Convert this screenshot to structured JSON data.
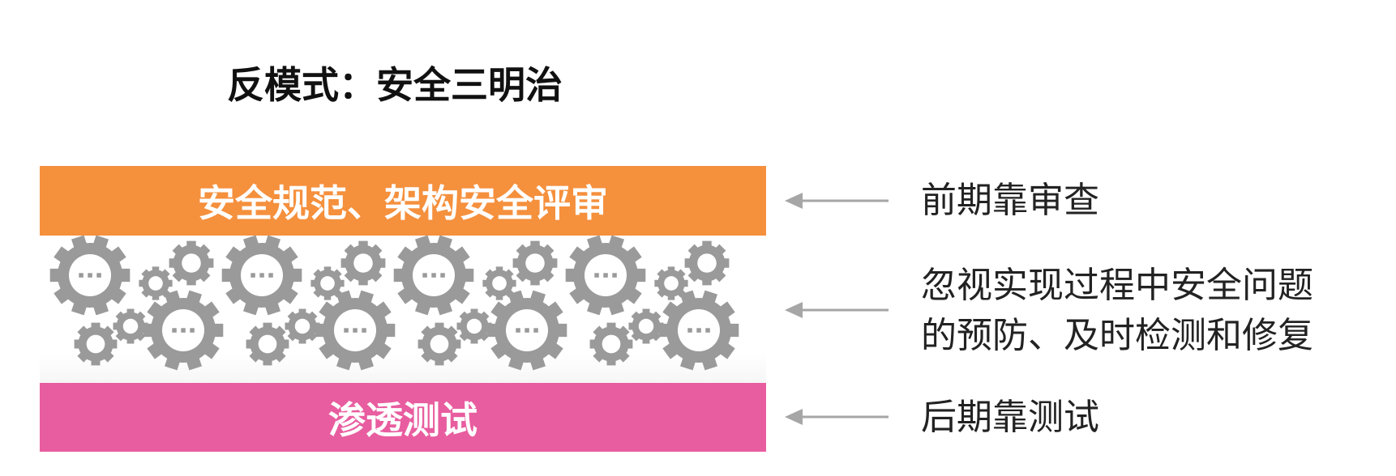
{
  "title": "反模式：安全三明治",
  "layers": {
    "top": {
      "text": "安全规范、架构安全评审",
      "color": "#f5903d"
    },
    "bottom": {
      "text": "渗透测试",
      "color": "#e85d9f"
    }
  },
  "annotations": {
    "top": "前期靠审查",
    "middle_line1": "忽视实现过程中安全问题",
    "middle_line2": "的预防、及时检测和修复",
    "bottom": "后期靠测试"
  },
  "colors": {
    "gear": "#9a9a9a",
    "arrow": "#a6a6a6"
  },
  "icons": {
    "middle_pattern": "gear-icon",
    "pointer": "arrow-left-icon"
  }
}
